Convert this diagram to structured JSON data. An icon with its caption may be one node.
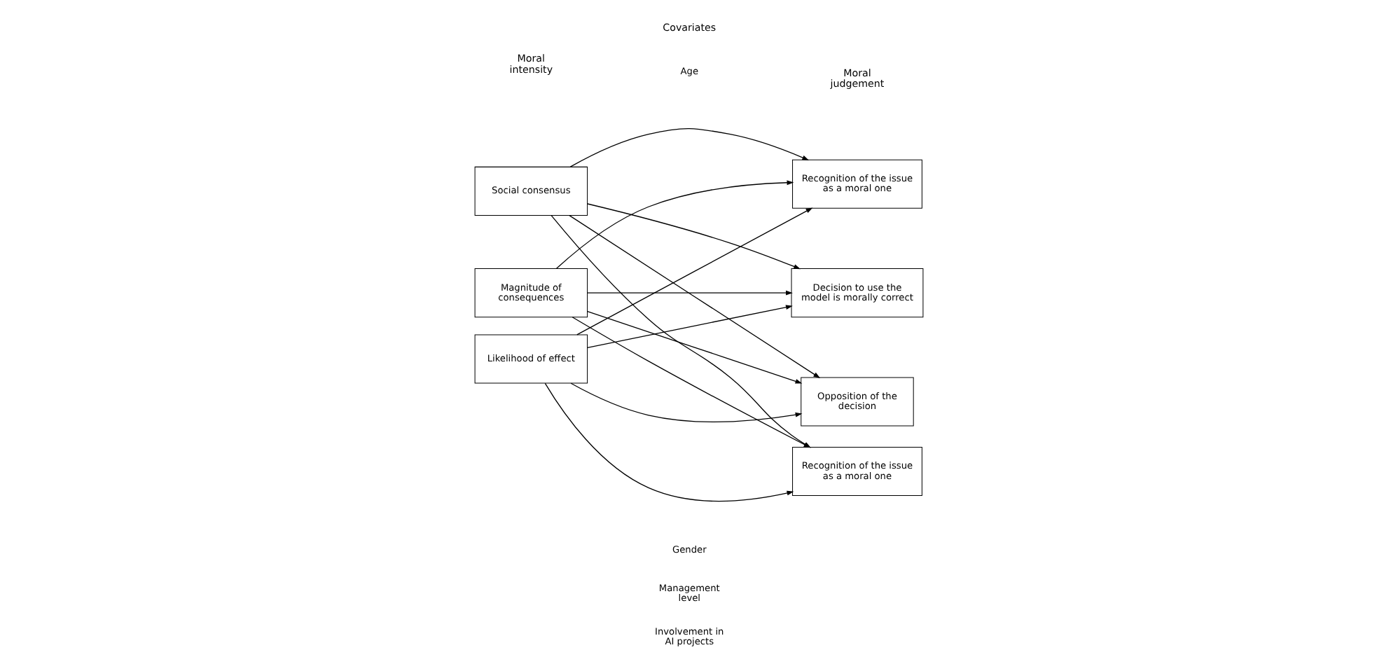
{
  "diagram": {
    "nodes": [
      {
        "text": [
          "Social consensus"
        ]
      },
      {
        "text": [
          "Magnitude of consequences"
        ]
      },
      {
        "text": [
          "Likelihood of effect"
        ]
      },
      {
        "text": [
          "Recognition of the issue as a moral one"
        ]
      },
      {
        "text": [
          "Decision to use the model is morally correct"
        ]
      },
      {
        "text": [
          "Opposition of the decision"
        ]
      },
      {
        "text": [
          "Recognition of the issue as a moral one"
        ]
      }
    ],
    "edges": [
      {
        "from": 0,
        "to": 3,
        "arrow": "to"
      },
      {
        "from": 0,
        "to": 4,
        "arrow": "to"
      },
      {
        "from": 0,
        "to": 5,
        "arrow": "to"
      },
      {
        "from": 0,
        "to": 6,
        "arrow": "to"
      },
      {
        "from": 1,
        "to": 3,
        "arrow": "to"
      },
      {
        "from": 1,
        "to": 4,
        "arrow": "to"
      },
      {
        "from": 1,
        "to": 5,
        "arrow": "to"
      },
      {
        "from": 1,
        "to": 6,
        "arrow": "to"
      },
      {
        "from": 2,
        "to": 3,
        "arrow": "to"
      },
      {
        "from": 2,
        "to": 4,
        "arrow": "to"
      },
      {
        "from": 2,
        "to": 5,
        "arrow": "to"
      },
      {
        "from": 2,
        "to": 6,
        "arrow": "to"
      }
    ],
    "labels": [
      "Moral intensity",
      "Covariates",
      "Moral judgement",
      "Age",
      "Gender",
      "Management level",
      "Involvement in AI projects"
    ]
  }
}
